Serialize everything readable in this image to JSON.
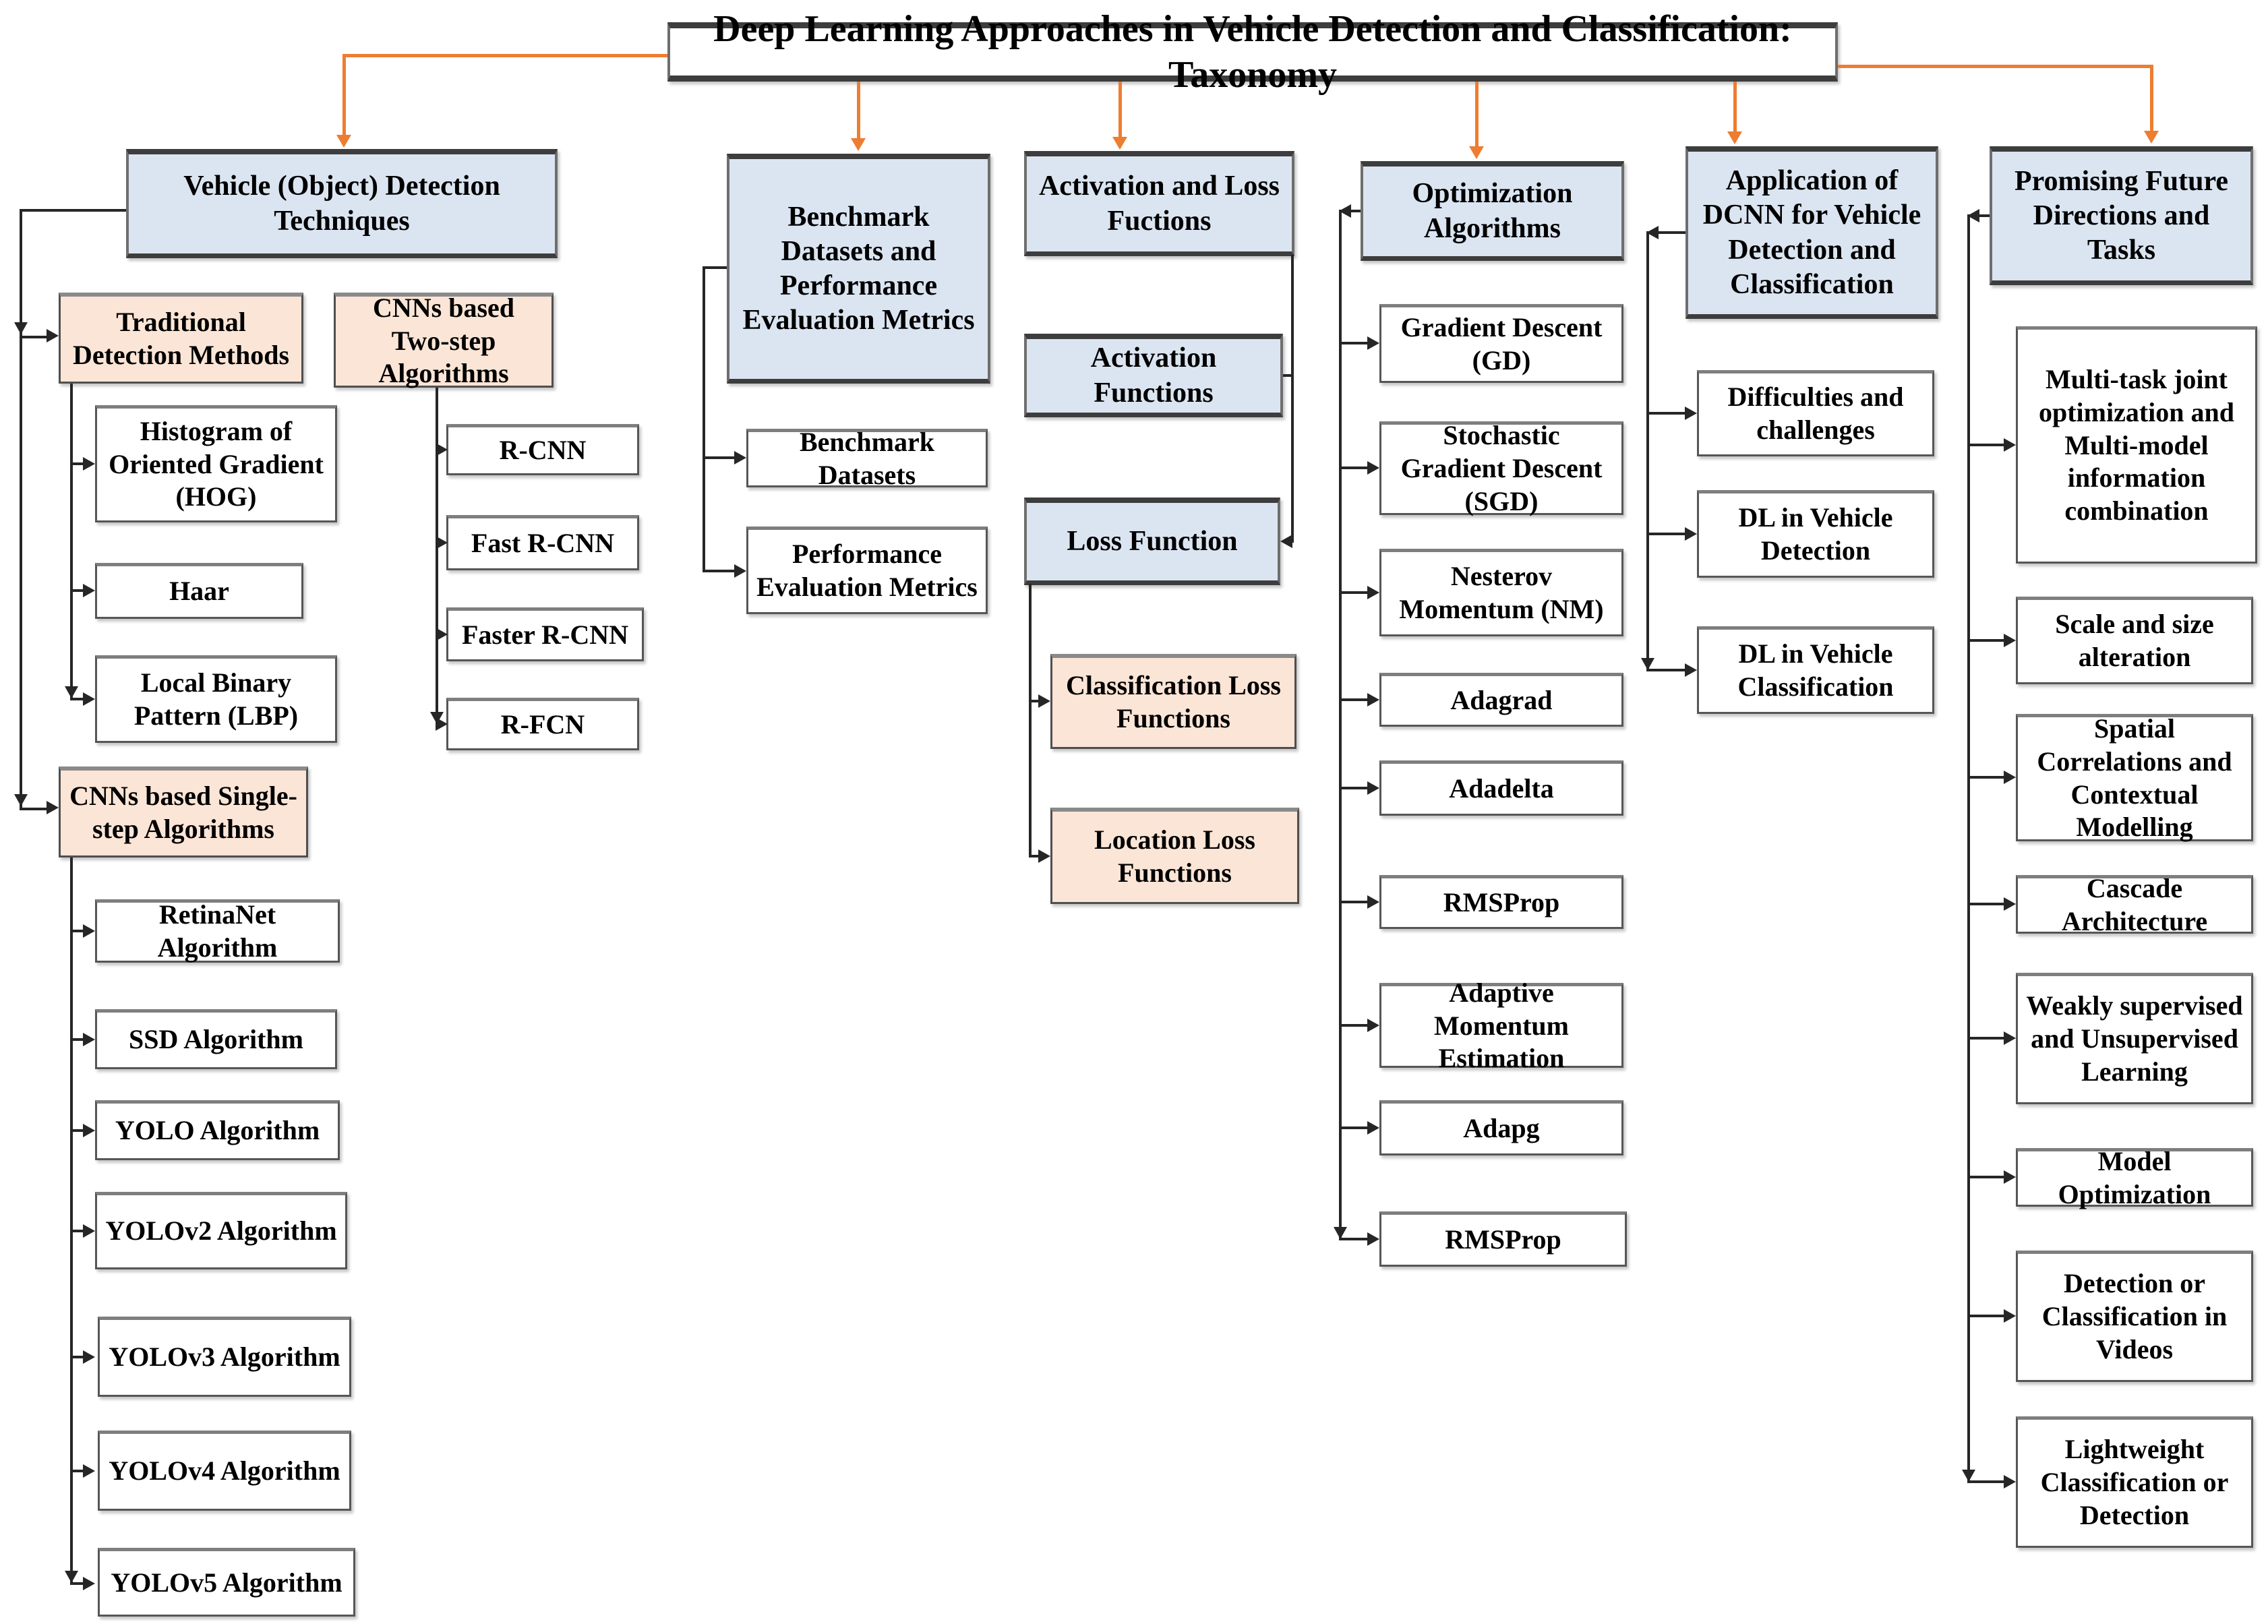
{
  "title": "Deep Learning Approaches in Vehicle Detection  and Classification: Taxonomy",
  "colors": {
    "header_fill": "#dbe5f1",
    "subheader_fill": "#fbe5d6",
    "leaf_fill": "#ffffff",
    "connector_orange": "#ED7D31",
    "connector_black": "#262626",
    "border_gray": "#565656"
  },
  "columns": {
    "detection": {
      "header": "Vehicle (Object) Detection Techniques",
      "traditional": {
        "header": "Traditional Detection Methods",
        "items": [
          "Histogram of Oriented Gradient (HOG)",
          "Haar",
          "Local Binary Pattern (LBP)"
        ]
      },
      "two_step": {
        "header": "CNNs based Two-step Algorithms",
        "items": [
          "R-CNN",
          "Fast R-CNN",
          "Faster R-CNN",
          "R-FCN"
        ]
      },
      "single_step": {
        "header": "CNNs based Single-step Algorithms",
        "items": [
          "RetinaNet Algorithm",
          "SSD Algorithm",
          "YOLO Algorithm",
          "YOLOv2 Algorithm",
          "YOLOv3 Algorithm",
          "YOLOv4 Algorithm",
          "YOLOv5 Algorithm"
        ]
      }
    },
    "benchmark": {
      "header": "Benchmark Datasets and Performance Evaluation Metrics",
      "items": [
        "Benchmark Datasets",
        "Performance Evaluation Metrics"
      ]
    },
    "activation_loss": {
      "header": "Activation and Loss Fuctions",
      "activation": "Activation Functions",
      "loss": "Loss Function",
      "loss_children": [
        "Classification Loss Functions",
        "Location Loss Functions"
      ]
    },
    "optimization": {
      "header": "Optimization Algorithms",
      "items": [
        "Gradient Descent (GD)",
        "Stochastic Gradient Descent (SGD)",
        "Nesterov Momentum (NM)",
        "Adagrad",
        "Adadelta",
        "RMSProp",
        "Adaptive Momentum Estimation",
        "Adapg",
        "RMSProp"
      ]
    },
    "application": {
      "header": "Application of DCNN for Vehicle Detection and Classification",
      "items": [
        "Difficulties and challenges",
        "DL in Vehicle Detection",
        "DL in Vehicle Classification"
      ]
    },
    "future": {
      "header": "Promising Future Directions and Tasks",
      "items": [
        "Multi-task joint optimization and Multi-model information combination",
        "Scale and size alteration",
        "Spatial Correlations and Contextual Modelling",
        "Cascade Architecture",
        "Weakly supervised and Unsupervised Learning",
        "Model Optimization",
        "Detection or Classification in Videos",
        "Lightweight Classification or Detection"
      ]
    }
  }
}
